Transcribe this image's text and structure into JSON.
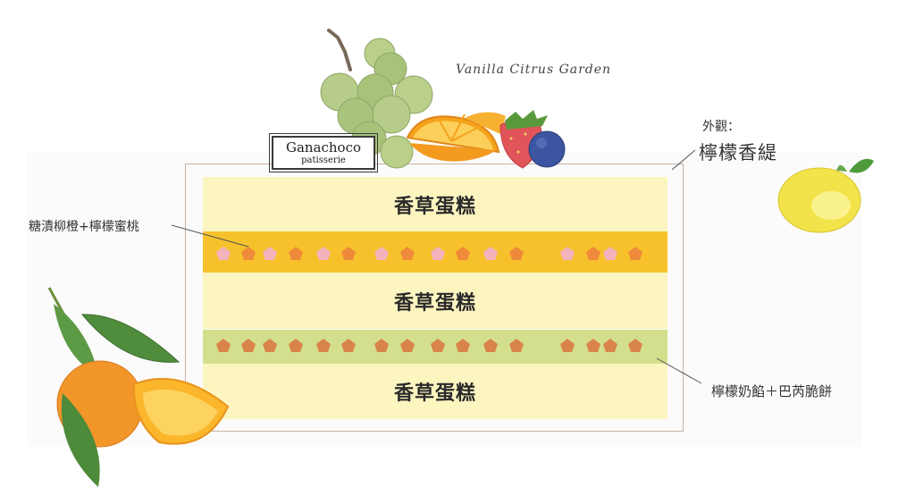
{
  "script_title": "Vanilla Citrus Garden",
  "brand": {
    "name": "Ganachoco",
    "sub": "patisserie"
  },
  "exterior": {
    "label": "外觀：",
    "value": "檸檬香緹"
  },
  "layers": {
    "top": "香草蛋糕",
    "middle": "香草蛋糕",
    "bottom": "香草蛋糕"
  },
  "callouts": {
    "left": "糖漬柳橙+檸檬蜜桃",
    "right": "檸檬奶餡＋巴芮脆餅"
  },
  "colors": {
    "sponge": "#fcf5c0",
    "citrus_layer": "#f7c12c",
    "lemon_cream_layer": "#d4df8d",
    "orange_bit": "#ef8a3a",
    "peach_bit": "#f2b3bd",
    "biscuit_bit": "#d9844a"
  }
}
